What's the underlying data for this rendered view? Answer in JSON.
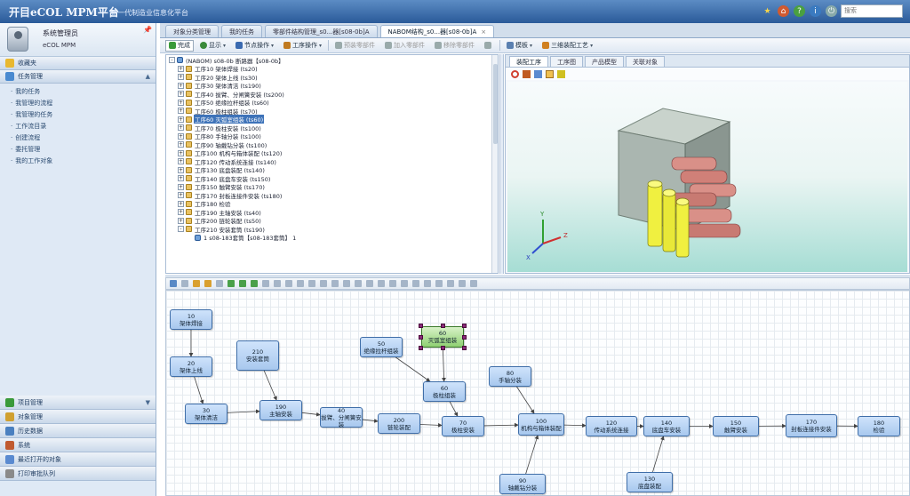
{
  "app": {
    "title": "开目eCOL MPM平台",
    "slogan": "新一代制造业信息化平台",
    "search_placeholder": "搜索"
  },
  "user": {
    "name": "系统管理员",
    "role": "eCOL MPM"
  },
  "nav": {
    "favorites": "收藏夹",
    "task_mgmt": "任务管理",
    "task_items": [
      "我的任务",
      "我管理的流程",
      "我管理的任务",
      "工作流目录",
      "创建流程",
      "委托管理",
      "我的工作对象"
    ],
    "bottom": [
      "项目管理",
      "对象管理",
      "历史数据",
      "系统",
      "最近打开的对象",
      "打印审批队列"
    ]
  },
  "tabs": [
    {
      "label": "对象分类管理"
    },
    {
      "label": "我的任务"
    },
    {
      "label": "零部件结构管理_s0...器[s08-0b]A"
    },
    {
      "label": "NABOM结构_s0...器[s08-0b]A",
      "active": true
    }
  ],
  "toolbar": [
    {
      "label": "完成",
      "color": "#3a9a3a"
    },
    {
      "label": "显示",
      "color": "#3a8a3a",
      "dd": true
    },
    {
      "label": "节点操作",
      "color": "#3a6ab0",
      "dd": true
    },
    {
      "label": "工序操作",
      "color": "#c07a20",
      "dd": true
    },
    {
      "label": "预装零部件",
      "color": "#9aa",
      "disabled": true
    },
    {
      "label": "加入零部件",
      "color": "#9aa",
      "disabled": true
    },
    {
      "label": "移除零部件",
      "color": "#9aa",
      "disabled": true
    },
    {
      "label": "",
      "color": "#9aa",
      "disabled": true
    },
    {
      "label": "模板",
      "color": "#5a80b0",
      "dd": true
    },
    {
      "label": "三维装配工艺",
      "color": "#d08020",
      "dd": true
    }
  ],
  "tree": [
    {
      "label": "(NABOM) s08-0b 断路器【s08-0b】",
      "level": 0,
      "exp": "-",
      "icon": "cube"
    },
    {
      "label": "工序10 架体焊接 (ts20)",
      "level": 1,
      "exp": "+"
    },
    {
      "label": "工序20 架体上线 (ts30)",
      "level": 1,
      "exp": "+"
    },
    {
      "label": "工序30 架体清洁 (ts190)",
      "level": 1,
      "exp": "+"
    },
    {
      "label": "工序40 拔臂、分闸簧安装 (ts200)",
      "level": 1,
      "exp": "+"
    },
    {
      "label": "工序50 绝缘拉杆组装 (ts60)",
      "level": 1,
      "exp": "+"
    },
    {
      "label": "工序60 极柱组装 (ts70)",
      "level": 1,
      "exp": "+"
    },
    {
      "label": "工序60 灭弧室组装 (ts60)",
      "level": 1,
      "exp": "+",
      "selected": true
    },
    {
      "label": "工序70 极柱安装 (ts100)",
      "level": 1,
      "exp": "+"
    },
    {
      "label": "工序80 手轴分装 (ts100)",
      "level": 1,
      "exp": "+"
    },
    {
      "label": "工序90 轴戴钻分装 (ts100)",
      "level": 1,
      "exp": "+"
    },
    {
      "label": "工序100 机构与箱体装配 (ts120)",
      "level": 1,
      "exp": "+"
    },
    {
      "label": "工序120 传动系统连接 (ts140)",
      "level": 1,
      "exp": "+"
    },
    {
      "label": "工序130 底盘装配 (ts140)",
      "level": 1,
      "exp": "+"
    },
    {
      "label": "工序140 底盘车安装 (ts150)",
      "level": 1,
      "exp": "+"
    },
    {
      "label": "工序150 触臂安装 (ts170)",
      "level": 1,
      "exp": "+"
    },
    {
      "label": "工序170 封板连接件安装 (ts180)",
      "level": 1,
      "exp": "+"
    },
    {
      "label": "工序180 检验",
      "level": 1,
      "exp": "+"
    },
    {
      "label": "工序190 主轴安装 (ts40)",
      "level": 1,
      "exp": "+"
    },
    {
      "label": "工序200 链轮装配 (ts50)",
      "level": 1,
      "exp": "+"
    },
    {
      "label": "工序210 安装套筒 (ts190)",
      "level": 1,
      "exp": "-"
    },
    {
      "label": "1 s08-183套筒【s08-183套筒】 1",
      "level": 2,
      "exp": "",
      "icon": "cube"
    }
  ],
  "right_tabs": [
    "装配工序",
    "工序图",
    "产品模型",
    "关联对象"
  ],
  "axes": {
    "x": "X",
    "y": "Y",
    "z": "Z"
  },
  "flow_nodes": [
    {
      "num": "10",
      "name": "架体焊接"
    },
    {
      "num": "20",
      "name": "架体上线"
    },
    {
      "num": "30",
      "name": "架体清洁"
    },
    {
      "num": "210",
      "name": "安装套筒"
    },
    {
      "num": "190",
      "name": "主轴安装"
    },
    {
      "num": "40",
      "name": "拔臂、分闸簧安装"
    },
    {
      "num": "200",
      "name": "链轮装配"
    },
    {
      "num": "50",
      "name": "绝缘拉杆组装"
    },
    {
      "num": "60",
      "name": "灭弧室组装"
    },
    {
      "num": "60",
      "name": "极柱组装"
    },
    {
      "num": "70",
      "name": "极柱安装"
    },
    {
      "num": "80",
      "name": "手轴分装"
    },
    {
      "num": "100",
      "name": "机构与箱体装配"
    },
    {
      "num": "90",
      "name": "轴戴钻分装"
    },
    {
      "num": "120",
      "name": "传动系统连接"
    },
    {
      "num": "140",
      "name": "底盘车安装"
    },
    {
      "num": "130",
      "name": "底盘装配"
    },
    {
      "num": "150",
      "name": "触臂安装"
    },
    {
      "num": "170",
      "name": "封板连接件安装"
    },
    {
      "num": "180",
      "name": "检验"
    }
  ]
}
